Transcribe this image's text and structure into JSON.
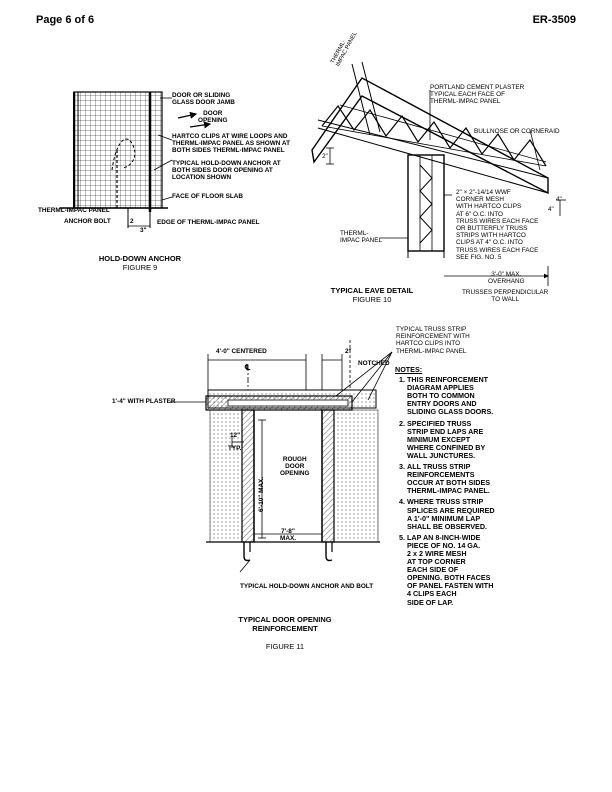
{
  "header": {
    "page": "Page 6 of 6",
    "report": "ER-3509"
  },
  "figure9": {
    "labels": {
      "door_jamb": "DOOR OR SLIDING\nGLASS DOOR JAMB",
      "door_opening": "DOOR\nOPENING",
      "hartco": "HARTCO CLIPS AT WIRE LOOPS AND\nTHERML-IMPAC PANEL AS SHOWN AT\nBOTH SIDES THERML-IMPAC PANEL",
      "holddown": "TYPICAL HOLD-DOWN ANCHOR AT\nBOTH SIDES DOOR OPENING AT\nLOCATION SHOWN",
      "slab": "FACE OF FLOOR SLAB",
      "panel": "THERML-IMPAC PANEL",
      "anchor": "ANCHOR BOLT",
      "edge": "EDGE OF THERML-IMPAC PANEL",
      "dim_2": "2",
      "dim_3": "3\""
    },
    "caption_title": "HOLD-DOWN ANCHOR",
    "caption_fig": "FIGURE 9"
  },
  "figure10": {
    "labels": {
      "panel_diag": "THERML-\nIMPAC PANEL",
      "plaster": "PORTLAND CEMENT PLASTER\nTYPICAL EACH FACE OF\nTHERML-IMPAC PANEL",
      "bullnose": "BULLNOSE OR CORNERAID",
      "dim2": "2\"",
      "dim4a": "4\"",
      "dim4b": "4\"",
      "corner": "2\" × 2\"-14/14 WWF\nCORNER MESH\nWITH HARTCO CLIPS\nAT 6\" O.C. INTO\nTRUSS WIRES EACH FACE\nOR BUTTERFLY TRUSS\nSTRIPS WITH HARTCO\nCLIPS AT 4\" O.C. INTO\nTRUSS WIRES EACH FACE\nSEE FIG. NO. 5",
      "therml": "THERML-\nIMPAC PANEL",
      "overhang": "3'-0\" MAX.\nOVERHANG",
      "trusses": "TRUSSES PERPENDICULAR\nTO WALL"
    },
    "caption_title": "TYPICAL EAVE DETAIL",
    "caption_fig": "FIGURE 10"
  },
  "figure11": {
    "labels": {
      "strip": "TYPICAL TRUSS STRIP\nREINFORCEMENT WITH\nHARTCO CLIPS INTO\nTHERML-IMPAC PANEL",
      "centered": "4'-0\" CENTERED",
      "cl": "℄",
      "dim2": "2\"",
      "notched": "NOTCHED",
      "plaster": "1'-4\" WITH PLASTER",
      "dim12": "12\"",
      "typ": "TYP.",
      "rough": "ROUGH\nDOOR\nOPENING",
      "height": "6'-10\" MAX.",
      "width": "7'-8\"\nMAX.",
      "anchor": "TYPICAL HOLD-DOWN ANCHOR AND BOLT"
    },
    "caption_title": "TYPICAL DOOR OPENING\nREINFORCEMENT",
    "caption_fig": "FIGURE 11"
  },
  "notes": {
    "title": "NOTES:",
    "items": [
      "THIS REINFORCEMENT\nDIAGRAM APPLIES\nBOTH TO COMMON\nENTRY DOORS AND\nSLIDING GLASS DOORS.",
      "SPECIFIED TRUSS\nSTRIP END LAPS ARE\nMINIMUM EXCEPT\nWHERE CONFINED BY\nWALL JUNCTURES.",
      "ALL TRUSS STRIP\nREINFORCEMENTS\nOCCUR AT BOTH SIDES\nTHERML-IMPAC PANEL.",
      "WHERE TRUSS STRIP\nSPLICES ARE REQUIRED\nA 1'-0\" MINIMUM LAP\nSHALL BE OBSERVED.",
      "LAP AN 8-INCH-WIDE\nPIECE OF NO. 14 GA.\n2 x 2 WIRE MESH\nAT TOP CORNER\nEACH SIDE OF\nOPENING. BOTH FACES\nOF PANEL FASTEN WITH\n4 CLIPS EACH\nSIDE OF LAP."
    ]
  }
}
